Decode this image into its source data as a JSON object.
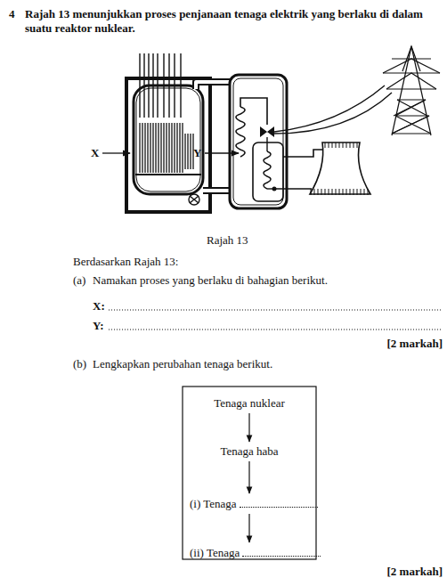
{
  "diagram": {
    "nodes": [
      {
        "text": [
          "Tenaga nuklear"
        ]
      },
      {
        "text": [
          "Tenaga haba"
        ]
      },
      {
        "text": [
          "(i) Tenaga"
        ]
      },
      {
        "text": [
          "(ii) Tenaga"
        ]
      }
    ],
    "edges": [
      {
        "from": 0,
        "to": 1,
        "arrow": "to"
      },
      {
        "from": 1,
        "to": 2,
        "arrow": "to"
      },
      {
        "from": 2,
        "to": 3,
        "arrow": "to"
      }
    ],
    "labels": [
      "4",
      "Rajah 13 menunjukkan proses penjanaan tenaga elektrik yang berlaku di dalam suatu reaktor nuklear.",
      "X",
      "Y",
      "Rajah 13",
      "Berdasarkan Rajah 13:",
      "(a)",
      "Namakan proses yang berlaku di bahagian berikut.",
      "X:",
      "Y:",
      "[2 markah]",
      "(b)",
      "Lengkapkan perubahan tenaga berikut.",
      "[2 markah]"
    ]
  }
}
